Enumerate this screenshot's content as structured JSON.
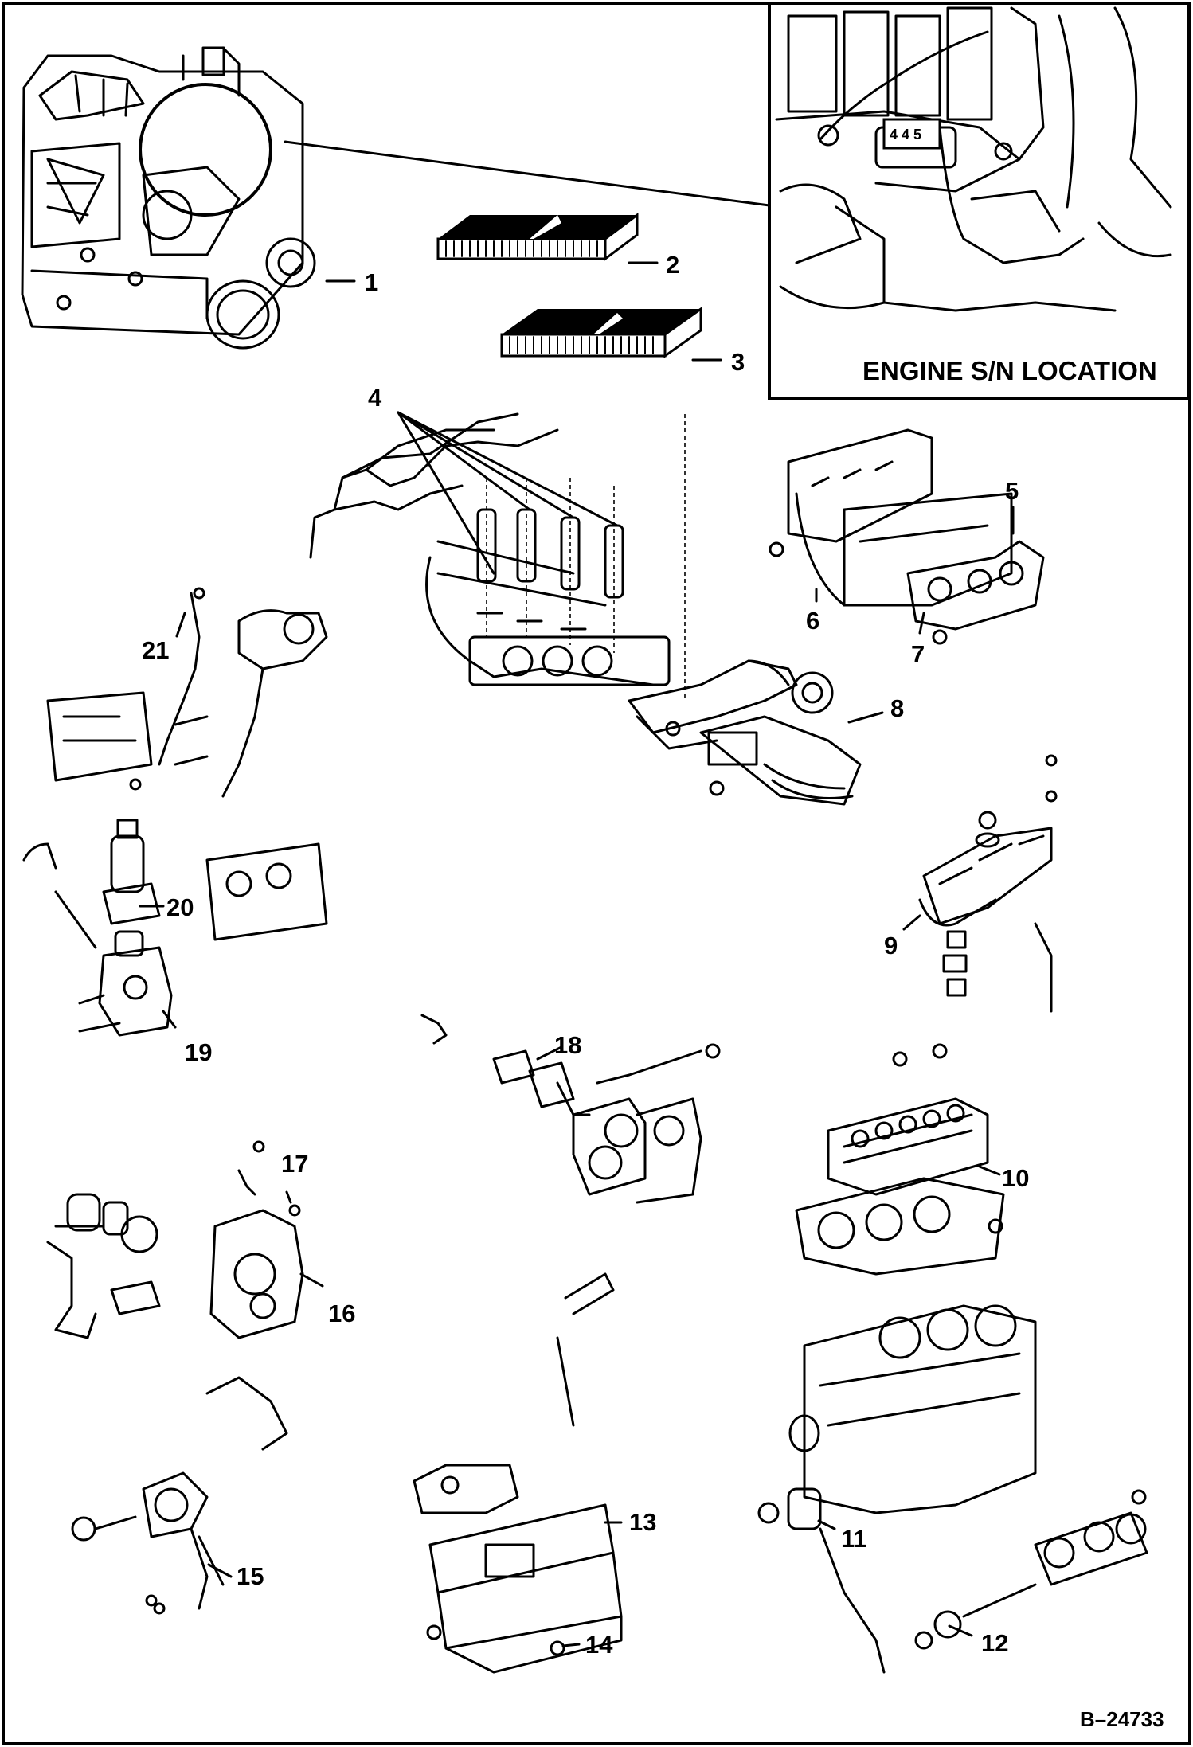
{
  "figure": {
    "doc_id": "B–24733",
    "inset_caption": "ENGINE S/N LOCATION"
  },
  "callouts": {
    "c1": "1",
    "c2": "2",
    "c3": "3",
    "c4": "4",
    "c5": "5",
    "c6": "6",
    "c7": "7",
    "c8": "8",
    "c9": "9",
    "c10": "10",
    "c11": "11",
    "c12": "12",
    "c13": "13",
    "c14": "14",
    "c15": "15",
    "c16": "16",
    "c17": "17",
    "c18": "18",
    "c19": "19",
    "c20": "20",
    "c21": "21"
  }
}
